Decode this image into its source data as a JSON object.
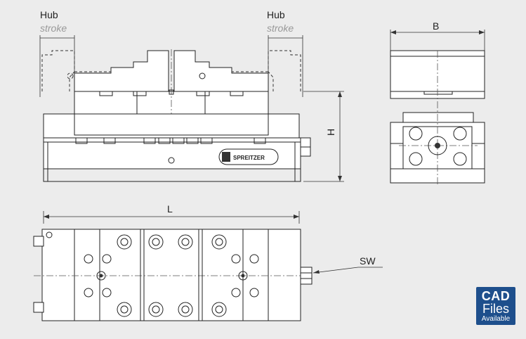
{
  "labels": {
    "hub_left": "Hub",
    "stroke_left": "stroke",
    "hub_right": "Hub",
    "stroke_right": "stroke",
    "dim_b": "B",
    "dim_h": "H",
    "dim_l": "L",
    "dim_sw": "SW",
    "brand_plate": "SPREITZER"
  },
  "badge": {
    "line1": "CAD",
    "line2": "Files",
    "line3": "Available",
    "color": "#1e4f8c"
  }
}
